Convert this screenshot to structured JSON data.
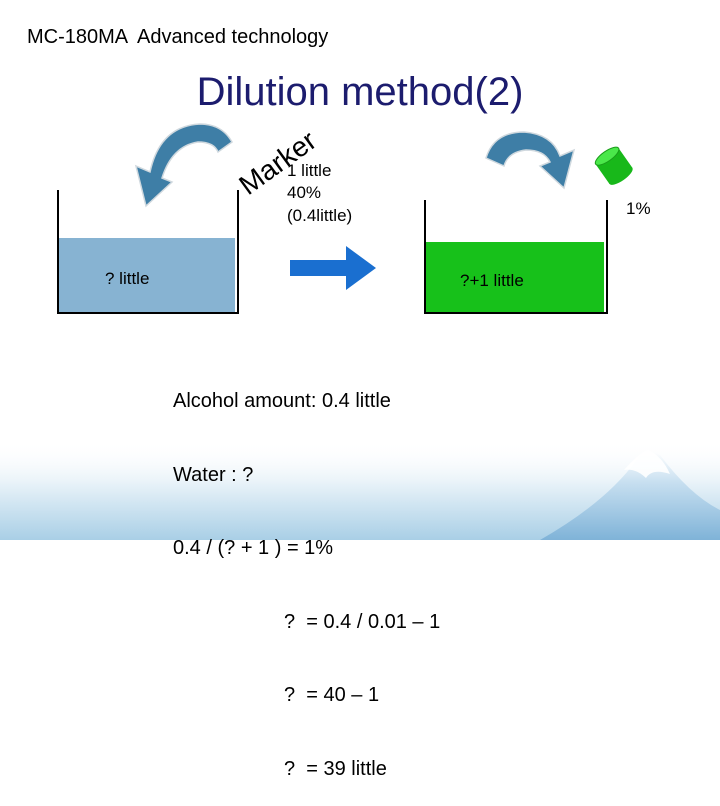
{
  "header": "MC-180MA  Advanced technology",
  "title": "Dilution method(2)",
  "marker_label": "Marker",
  "marker_info": [
    "1 little",
    "40%",
    "(0.4little)"
  ],
  "target_concentration": "1%",
  "left_beaker_label": "? little",
  "right_beaker_label": "?+1 little",
  "calculation": [
    "Alcohol amount: 0.4 little",
    "Water : ?",
    "0.4 / (? + 1 ) = 1%",
    "?  = 0.4 / 0.01 – 1",
    "?  = 40 – 1",
    "?  = 39 little"
  ],
  "colors": {
    "title": "#1c1c6e",
    "curved_arrow": "#3e7ea6",
    "right_arrow": "#1a6fd0",
    "left_liquid": "#87b3d2",
    "right_liquid": "#17c11a",
    "cap": "#2ed82e"
  },
  "icons": [
    "curved-arrow-left-icon",
    "curved-arrow-right-icon",
    "right-arrow-icon",
    "marker-cap-icon",
    "mountain-icon"
  ]
}
